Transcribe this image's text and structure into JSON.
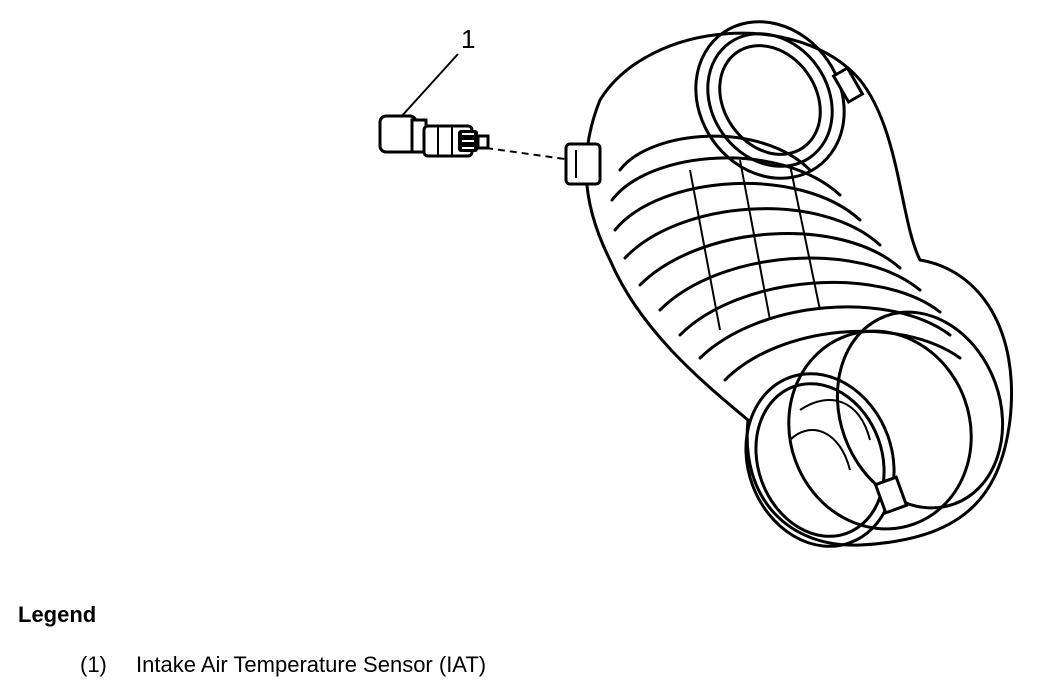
{
  "callouts": [
    {
      "number": "1"
    }
  ],
  "legend": {
    "title": "Legend",
    "items": [
      {
        "number": "(1)",
        "label": "Intake Air Temperature Sensor (IAT)"
      }
    ]
  },
  "parts": [
    "iat-sensor",
    "air-intake-duct"
  ]
}
